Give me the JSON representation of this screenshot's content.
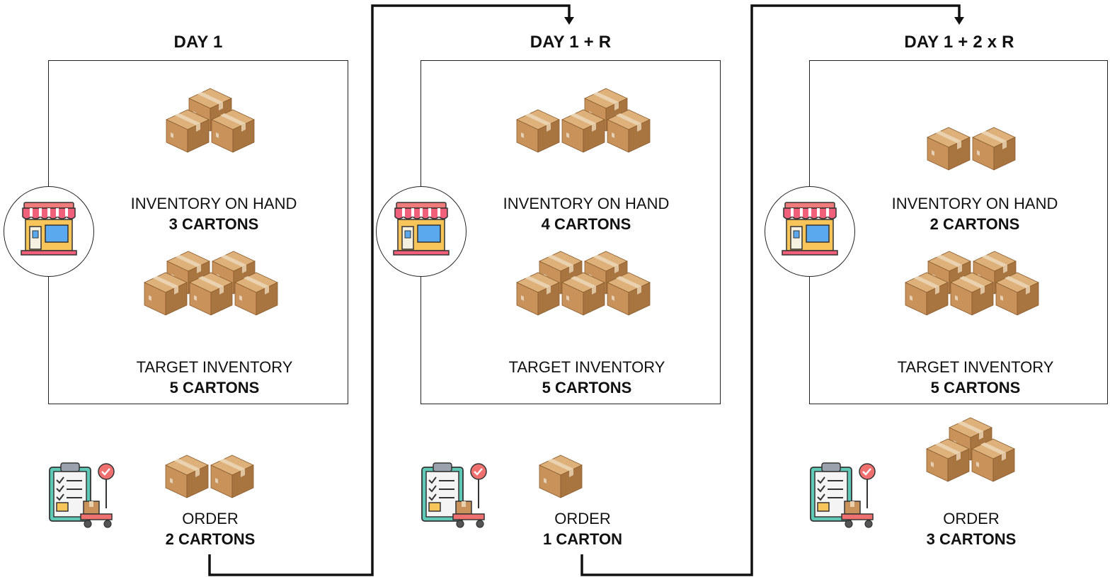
{
  "panels": [
    {
      "title": "DAY 1",
      "on_hand": {
        "label": "INVENTORY ON HAND",
        "value": "3 CARTONS",
        "count": 3
      },
      "target": {
        "label": "TARGET INVENTORY",
        "value": "5 CARTONS",
        "count": 5
      },
      "order": {
        "label": "ORDER",
        "value": "2 CARTONS",
        "count": 2
      }
    },
    {
      "title": "DAY 1 + R",
      "on_hand": {
        "label": "INVENTORY ON HAND",
        "value": "4 CARTONS",
        "count": 4
      },
      "target": {
        "label": "TARGET INVENTORY",
        "value": "5 CARTONS",
        "count": 5
      },
      "order": {
        "label": "ORDER",
        "value": "1 CARTON",
        "count": 1
      }
    },
    {
      "title": "DAY 1 + 2 x R",
      "on_hand": {
        "label": "INVENTORY ON HAND",
        "value": "2 CARTONS",
        "count": 2
      },
      "target": {
        "label": "TARGET INVENTORY",
        "value": "5 CARTONS",
        "count": 5
      },
      "order": {
        "label": "ORDER",
        "value": "3 CARTONS",
        "count": 3
      }
    }
  ],
  "icons": {
    "store": "store-icon",
    "order": "order-checklist-icon",
    "box": "carton-box-icon"
  },
  "colors": {
    "box_front": "#c9925a",
    "box_side": "#a8743f",
    "box_top": "#deb07a",
    "tape": "#ead2b0",
    "line": "#111111"
  }
}
